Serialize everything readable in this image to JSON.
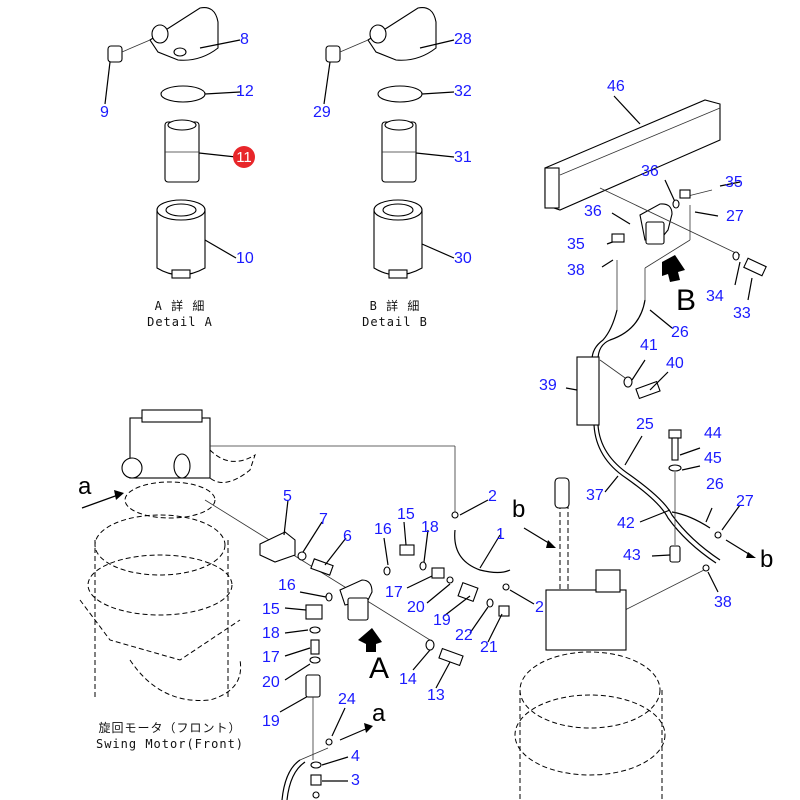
{
  "diagram": {
    "type": "exploded-parts-diagram",
    "highlight_color": "#e8262a",
    "label_color": "#1a1aff",
    "highlighted_part": "11",
    "captions": {
      "detail_a_jp": "A 詳 細",
      "detail_a_en": "Detail A",
      "detail_b_jp": "B 詳 細",
      "detail_b_en": "Detail B",
      "motor_jp": "旋回モータ（フロント）",
      "motor_en": "Swing Motor(Front)"
    },
    "view_refs": {
      "A": "A",
      "B": "B",
      "a_left": "a",
      "a_bottom": "a",
      "b_center": "b",
      "b_right": "b"
    },
    "part_labels": [
      {
        "id": "p8",
        "num": "8"
      },
      {
        "id": "p9",
        "num": "9"
      },
      {
        "id": "p12",
        "num": "12"
      },
      {
        "id": "p11",
        "num": "11"
      },
      {
        "id": "p10",
        "num": "10"
      },
      {
        "id": "p28",
        "num": "28"
      },
      {
        "id": "p29",
        "num": "29"
      },
      {
        "id": "p32",
        "num": "32"
      },
      {
        "id": "p31",
        "num": "31"
      },
      {
        "id": "p30",
        "num": "30"
      },
      {
        "id": "p46",
        "num": "46"
      },
      {
        "id": "p36a",
        "num": "36"
      },
      {
        "id": "p35a",
        "num": "35"
      },
      {
        "id": "p27a",
        "num": "27"
      },
      {
        "id": "p36b",
        "num": "36"
      },
      {
        "id": "p35b",
        "num": "35"
      },
      {
        "id": "p38a",
        "num": "38"
      },
      {
        "id": "p34",
        "num": "34"
      },
      {
        "id": "p33",
        "num": "33"
      },
      {
        "id": "p26a",
        "num": "26"
      },
      {
        "id": "p41",
        "num": "41"
      },
      {
        "id": "p40",
        "num": "40"
      },
      {
        "id": "p39",
        "num": "39"
      },
      {
        "id": "p25",
        "num": "25"
      },
      {
        "id": "p44",
        "num": "44"
      },
      {
        "id": "p45",
        "num": "45"
      },
      {
        "id": "p37",
        "num": "37"
      },
      {
        "id": "p26b",
        "num": "26"
      },
      {
        "id": "p27b",
        "num": "27"
      },
      {
        "id": "p42",
        "num": "42"
      },
      {
        "id": "p43",
        "num": "43"
      },
      {
        "id": "p38b",
        "num": "38"
      },
      {
        "id": "p2a",
        "num": "2"
      },
      {
        "id": "p1",
        "num": "1"
      },
      {
        "id": "p2b",
        "num": "2"
      },
      {
        "id": "p5",
        "num": "5"
      },
      {
        "id": "p7",
        "num": "7"
      },
      {
        "id": "p6",
        "num": "6"
      },
      {
        "id": "p16a",
        "num": "16"
      },
      {
        "id": "p15a",
        "num": "15"
      },
      {
        "id": "p18a",
        "num": "18"
      },
      {
        "id": "p17a",
        "num": "17"
      },
      {
        "id": "p20a",
        "num": "20"
      },
      {
        "id": "p19a",
        "num": "19"
      },
      {
        "id": "p22",
        "num": "22"
      },
      {
        "id": "p21",
        "num": "21"
      },
      {
        "id": "p16b",
        "num": "16"
      },
      {
        "id": "p15b",
        "num": "15"
      },
      {
        "id": "p18b",
        "num": "18"
      },
      {
        "id": "p17b",
        "num": "17"
      },
      {
        "id": "p20b",
        "num": "20"
      },
      {
        "id": "p19b",
        "num": "19"
      },
      {
        "id": "p14",
        "num": "14"
      },
      {
        "id": "p13",
        "num": "13"
      },
      {
        "id": "p24",
        "num": "24"
      },
      {
        "id": "p4",
        "num": "4"
      },
      {
        "id": "p3",
        "num": "3"
      }
    ]
  }
}
